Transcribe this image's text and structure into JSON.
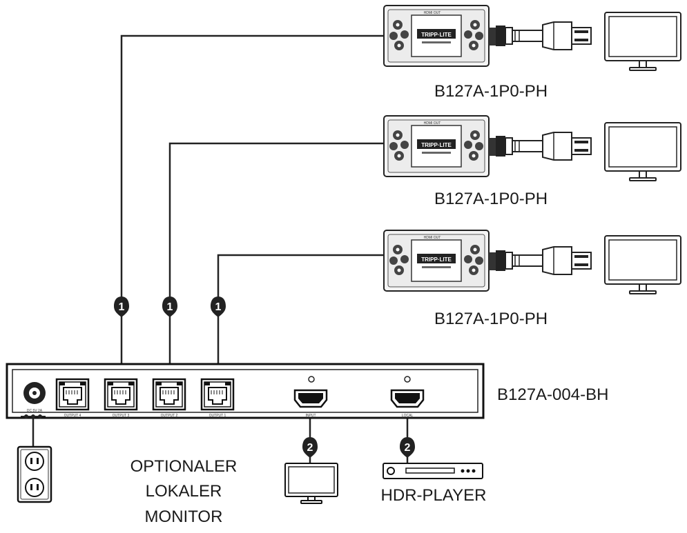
{
  "receivers": [
    {
      "label": "B127A-1P0-PH"
    },
    {
      "label": "B127A-1P0-PH"
    },
    {
      "label": "B127A-1P0-PH"
    }
  ],
  "receiver_logo": "TRIPP·LITE",
  "receiver_caption_small": "HDMI OUT",
  "transmitter": {
    "label": "B127A-004-BH",
    "power_port_label": "DC 5V 2A",
    "ports": [
      {
        "label": "OUTPUT 4"
      },
      {
        "label": "OUTPUT 3"
      },
      {
        "label": "OUTPUT 2"
      },
      {
        "label": "OUTPUT 1"
      }
    ],
    "hdmi_ports": [
      {
        "label": "INPUT"
      },
      {
        "label": "LOCAL"
      }
    ]
  },
  "markers": {
    "cat_cable": "1",
    "hdmi_cable": "2"
  },
  "local_monitor_label": [
    "OPTIONALER",
    "LOKALER",
    "MONITOR"
  ],
  "player_label": "HDR-PLAYER",
  "icons": {
    "outlet": "power-outlet-icon",
    "monitor": "monitor-icon",
    "player": "media-player-icon",
    "hdmi_plug": "hdmi-plug-icon",
    "rj45": "rj45-port-icon"
  }
}
